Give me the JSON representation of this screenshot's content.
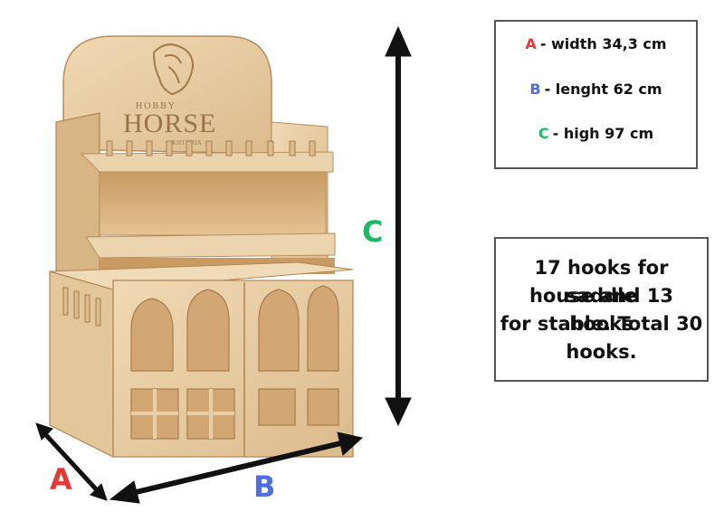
{
  "logo": {
    "brand_top": "HOBBY",
    "brand_main": "HORSE",
    "brand_sub": "KHT ARIA"
  },
  "dimension_labels": {
    "a": "A",
    "b": "B",
    "c": "C"
  },
  "specs": [
    {
      "key": "A",
      "text": "- width 34,3 cm",
      "color": "#e53935"
    },
    {
      "key": "B",
      "text": "- lenght 62 cm",
      "color": "#4f6fe0"
    },
    {
      "key": "C",
      "text": "- high 97 cm",
      "color": "#1fb866"
    }
  ],
  "note": {
    "lines": [
      "17 hooks for saddle",
      "house and 13 hooks",
      "for stable. Total 30",
      "hooks."
    ]
  },
  "colors": {
    "a": "#e53935",
    "b": "#4f6fe0",
    "c": "#1fb866",
    "wood": "#e9cfa7",
    "wood_dark": "#c79e6c",
    "arrow": "#111111"
  }
}
